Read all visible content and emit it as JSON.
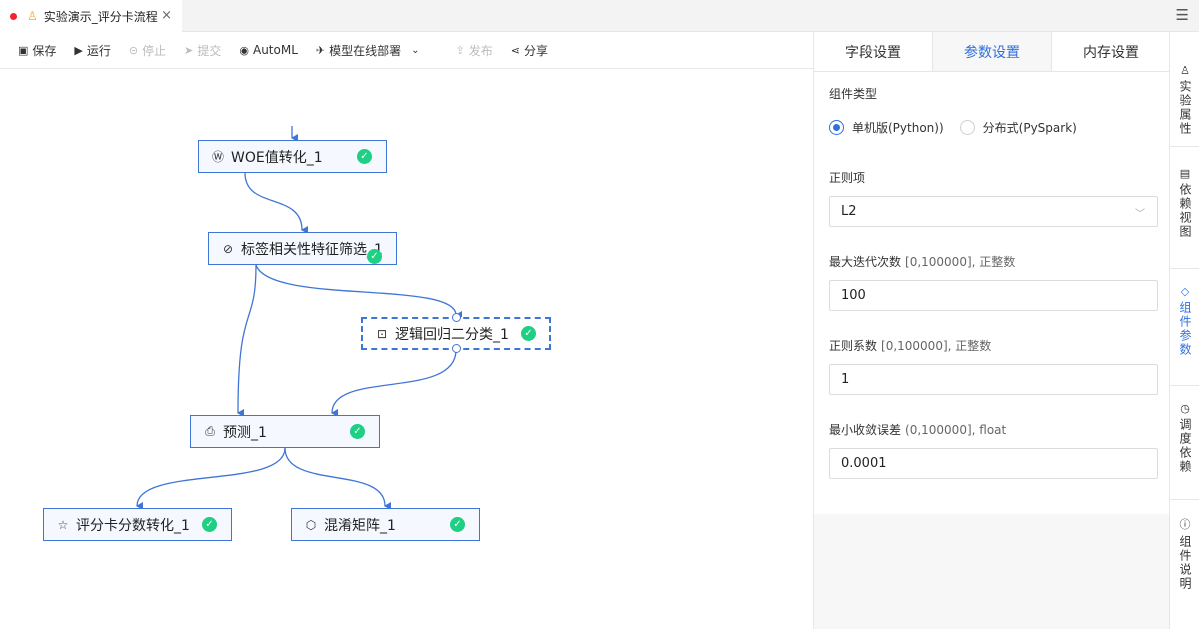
{
  "tab": {
    "title": "实验演示_评分卡流程",
    "close": "×"
  },
  "toolbar": {
    "save": "保存",
    "run": "运行",
    "stop": "停止",
    "submit": "提交",
    "automl": "AutoML",
    "deploy": "模型在线部署",
    "publish": "发布",
    "share": "分享"
  },
  "nodes": [
    {
      "id": "woe",
      "label": "WOE值转化_1",
      "icon": "woe-icon"
    },
    {
      "id": "tagsel",
      "label": "标签相关性特征筛选_1",
      "icon": "tag-icon"
    },
    {
      "id": "lr",
      "label": "逻辑回归二分类_1",
      "icon": "robot-icon"
    },
    {
      "id": "predict",
      "label": "预测_1",
      "icon": "document-icon"
    },
    {
      "id": "score",
      "label": "评分卡分数转化_1",
      "icon": "star-icon"
    },
    {
      "id": "confusion",
      "label": "混淆矩阵_1",
      "icon": "cube-icon"
    }
  ],
  "panel": {
    "tabs": [
      "字段设置",
      "参数设置",
      "内存设置"
    ],
    "component_type_label": "组件类型",
    "radio_options": [
      "单机版(Python))",
      "分布式(PySpark)"
    ],
    "regularization_label": "正则项",
    "regularization_value": "L2",
    "max_iter_label": "最大迭代次数",
    "max_iter_hint": "[0,100000], 正整数",
    "max_iter_value": "100",
    "reg_coef_label": "正则系数",
    "reg_coef_hint": "[0,100000], 正整数",
    "reg_coef_value": "1",
    "tol_label": "最小收敛误差",
    "tol_hint": "(0,100000], float",
    "tol_value": "0.0001"
  },
  "sidebar": [
    {
      "label": "实验属性",
      "icon": "flask-icon"
    },
    {
      "label": "依赖视图",
      "icon": "view-icon"
    },
    {
      "label": "组件参数",
      "icon": "tag-icon"
    },
    {
      "label": "调度依赖",
      "icon": "clock-icon"
    },
    {
      "label": "组件说明",
      "icon": "info-icon"
    }
  ],
  "colors": {
    "accent": "#2f6fde",
    "success": "#1fcf84",
    "edge": "#3f75d6"
  }
}
